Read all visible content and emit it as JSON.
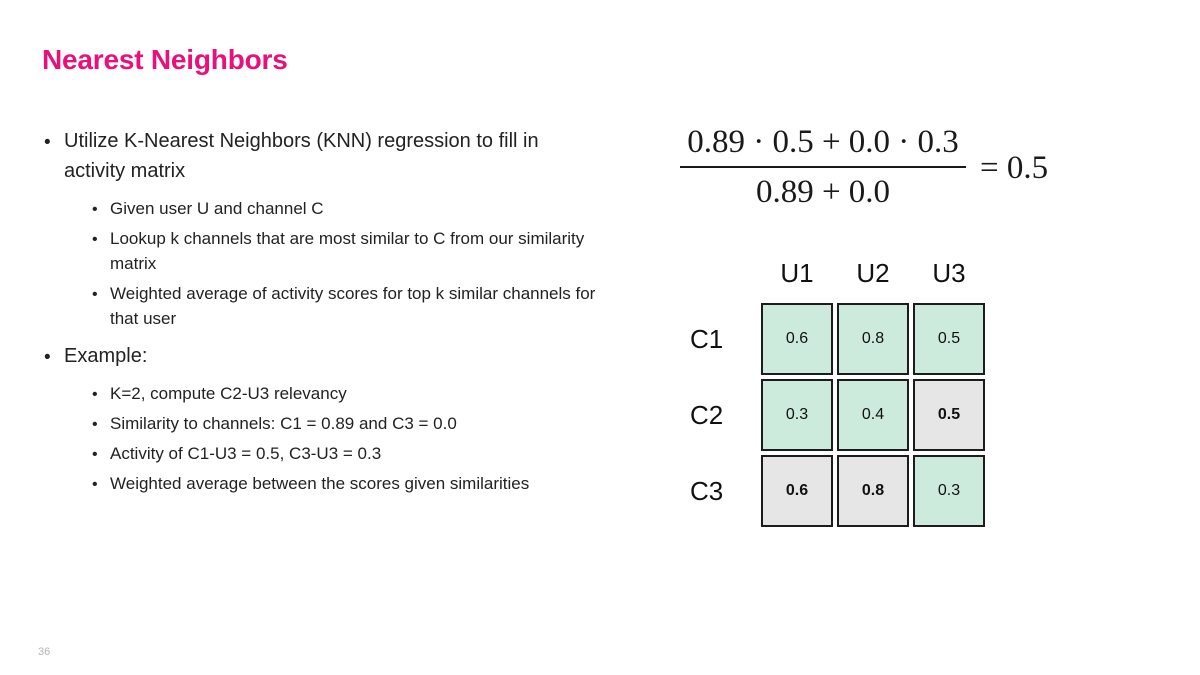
{
  "slide": {
    "title": "Nearest Neighbors",
    "page_number": "36",
    "accent_color": "#E8117C",
    "background_color": "#FFFFFF",
    "text_color": "#222222"
  },
  "bullets": [
    {
      "level": 1,
      "marker": "•",
      "text": "Utilize K-Nearest Neighbors (KNN) regression to fill in activity matrix"
    },
    {
      "level": 2,
      "marker": "•",
      "text": "Given user U and channel C"
    },
    {
      "level": 2,
      "marker": "•",
      "text": "Lookup k channels that are most similar to C from our similarity matrix"
    },
    {
      "level": 2,
      "marker": "•",
      "text": "Weighted average of activity scores for top k similar channels for that user"
    },
    {
      "level": 1,
      "marker": "•",
      "text": "Example:"
    },
    {
      "level": 2,
      "marker": "•",
      "text": "K=2, compute C2-U3 relevancy"
    },
    {
      "level": 2,
      "marker": "•",
      "text": "Similarity to channels: C1 = 0.89 and C3 = 0.0"
    },
    {
      "level": 2,
      "marker": "•",
      "text": "Activity of C1-U3 = 0.5, C3-U3 = 0.3"
    },
    {
      "level": 2,
      "marker": "•",
      "text": "Weighted average between the scores given similarities"
    }
  ],
  "equation": {
    "numerator": "0.89 · 0.5 + 0.0 · 0.3",
    "denominator": "0.89 + 0.0",
    "right_hand_side": "= 0.5"
  },
  "matrix": {
    "column_headers": [
      "U1",
      "U2",
      "U3"
    ],
    "row_headers": [
      "C1",
      "C2",
      "C3"
    ],
    "known_color": "#CCEBDC",
    "predicted_color": "#E6E6E6",
    "border_color": "#1C1C1C",
    "rows": [
      {
        "label": "C1",
        "cells": [
          {
            "value": "0.6",
            "state": "known"
          },
          {
            "value": "0.8",
            "state": "known"
          },
          {
            "value": "0.5",
            "state": "known"
          }
        ]
      },
      {
        "label": "C2",
        "cells": [
          {
            "value": "0.3",
            "state": "known"
          },
          {
            "value": "0.4",
            "state": "known"
          },
          {
            "value": "0.5",
            "state": "predicted"
          }
        ]
      },
      {
        "label": "C3",
        "cells": [
          {
            "value": "0.6",
            "state": "predicted"
          },
          {
            "value": "0.8",
            "state": "predicted"
          },
          {
            "value": "0.3",
            "state": "known"
          }
        ]
      }
    ]
  }
}
